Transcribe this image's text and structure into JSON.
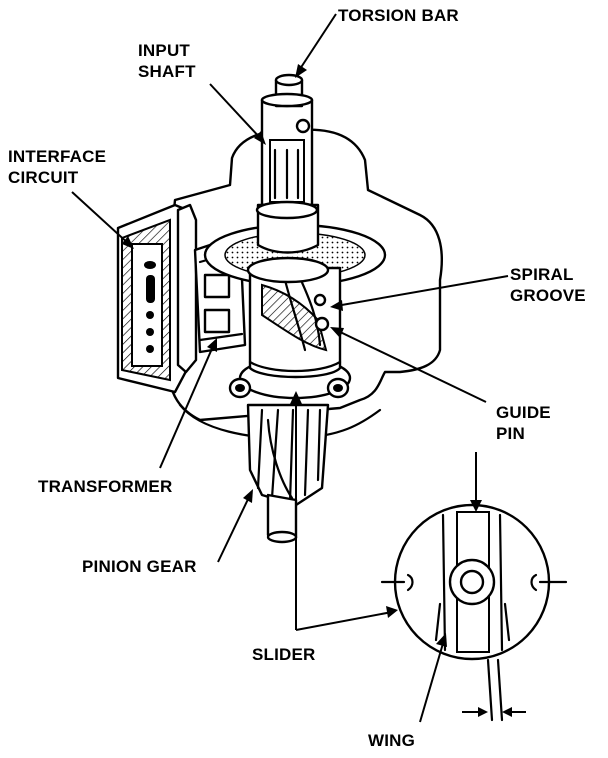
{
  "labels": {
    "torsion_bar": "TORSION BAR",
    "input_shaft": [
      "INPUT",
      "SHAFT"
    ],
    "interface_circuit": [
      "INTERFACE",
      "CIRCUIT"
    ],
    "spiral_groove": [
      "SPIRAL",
      "GROOVE"
    ],
    "guide_pin": [
      "GUIDE",
      "PIN"
    ],
    "transformer": "TRANSFORMER",
    "pinion_gear": "PINION GEAR",
    "slider": "SLIDER",
    "wing": "WING"
  },
  "colors": {
    "ink": "#000000",
    "paper": "#ffffff"
  }
}
